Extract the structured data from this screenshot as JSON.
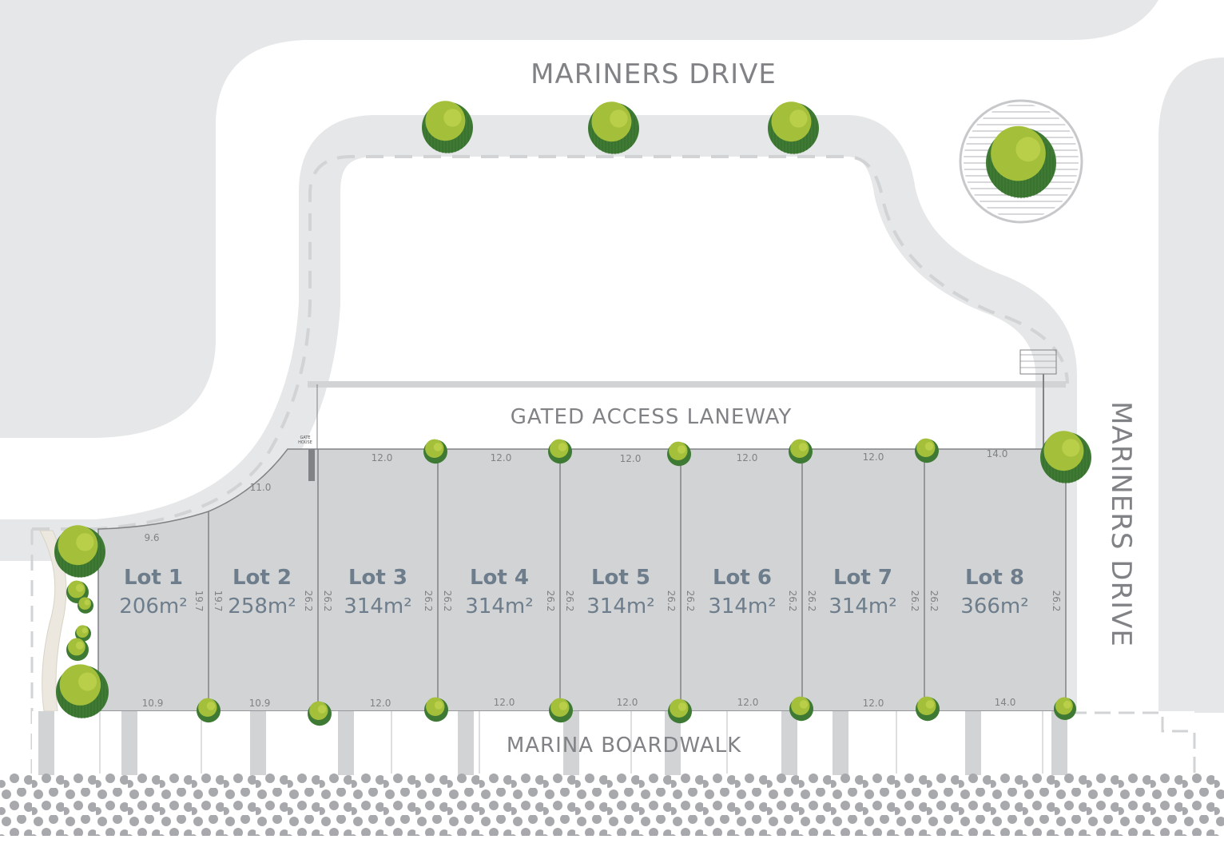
{
  "roads": {
    "top": "MARINERS DRIVE",
    "right": "MARINERS DRIVE",
    "laneway": "GATED ACCESS LANEWAY",
    "boardwalk": "MARINA BOARDWALK"
  },
  "gate_house": [
    "GATE",
    "HOUSE"
  ],
  "colors": {
    "land": "#e6e7e8",
    "lot_fill": "#d1d3d4",
    "lot_text": "#6d7d8b",
    "tree_dark": "#3f7a34",
    "tree_light": "#a4bf3a",
    "water_dots": "#a7a9ac"
  },
  "lots": [
    {
      "name": "Lot 1",
      "area": "206m²",
      "top": "9.6",
      "bottom": "10.9",
      "depth_left": "",
      "depth_right": "19.7"
    },
    {
      "name": "Lot 2",
      "area": "258m²",
      "top": "11.0",
      "bottom": "10.9",
      "depth_left": "19.7",
      "depth_right": "26.2"
    },
    {
      "name": "Lot 3",
      "area": "314m²",
      "top": "12.0",
      "bottom": "12.0",
      "depth_left": "26.2",
      "depth_right": "26.2"
    },
    {
      "name": "Lot 4",
      "area": "314m²",
      "top": "12.0",
      "bottom": "12.0",
      "depth_left": "26.2",
      "depth_right": "26.2"
    },
    {
      "name": "Lot 5",
      "area": "314m²",
      "top": "12.0",
      "bottom": "12.0",
      "depth_left": "26.2",
      "depth_right": "26.2"
    },
    {
      "name": "Lot 6",
      "area": "314m²",
      "top": "12.0",
      "bottom": "12.0",
      "depth_left": "26.2",
      "depth_right": "26.2"
    },
    {
      "name": "Lot 7",
      "area": "314m²",
      "top": "12.0",
      "bottom": "12.0",
      "depth_left": "26.2",
      "depth_right": "26.2"
    },
    {
      "name": "Lot 8",
      "area": "366m²",
      "top": "14.0",
      "bottom": "14.0",
      "depth_left": "26.2",
      "depth_right": "26.2"
    }
  ]
}
